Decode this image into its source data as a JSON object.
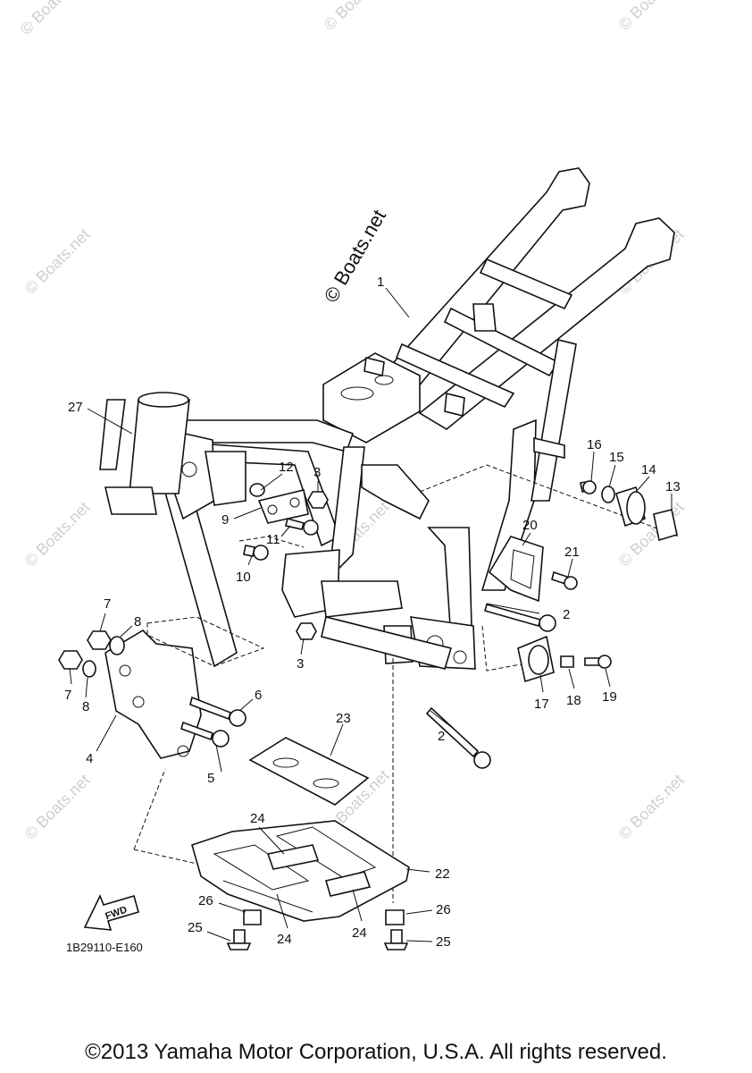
{
  "diagram": {
    "code": "1B29110-E160",
    "fwd_label": "FWD",
    "watermark_main": "© Boats.net",
    "watermark_tile": "© Boats.net",
    "callouts": [
      {
        "num": "1"
      },
      {
        "num": "2"
      },
      {
        "num": "2"
      },
      {
        "num": "3"
      },
      {
        "num": "3"
      },
      {
        "num": "4"
      },
      {
        "num": "5"
      },
      {
        "num": "6"
      },
      {
        "num": "7"
      },
      {
        "num": "7"
      },
      {
        "num": "8"
      },
      {
        "num": "8"
      },
      {
        "num": "9"
      },
      {
        "num": "10"
      },
      {
        "num": "11"
      },
      {
        "num": "12"
      },
      {
        "num": "13"
      },
      {
        "num": "14"
      },
      {
        "num": "15"
      },
      {
        "num": "16"
      },
      {
        "num": "17"
      },
      {
        "num": "18"
      },
      {
        "num": "19"
      },
      {
        "num": "20"
      },
      {
        "num": "21"
      },
      {
        "num": "22"
      },
      {
        "num": "23"
      },
      {
        "num": "24"
      },
      {
        "num": "24"
      },
      {
        "num": "24"
      },
      {
        "num": "25"
      },
      {
        "num": "25"
      },
      {
        "num": "26"
      },
      {
        "num": "26"
      },
      {
        "num": "27"
      }
    ]
  },
  "copyright": "©2013 Yamaha Motor Corporation, U.S.A. All rights reserved."
}
